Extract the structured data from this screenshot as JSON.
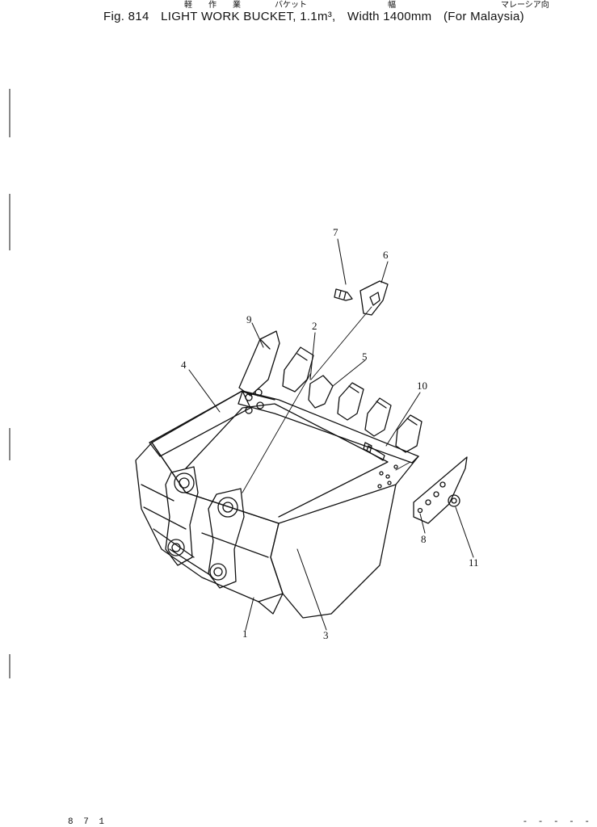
{
  "header": {
    "jp_1": "軽",
    "jp_2": "作",
    "jp_3": "業",
    "jp_4": "バケット",
    "jp_5": "幅",
    "jp_6": "マレーシア向",
    "fig_number": "Fig. 814",
    "title_main": "LIGHT WORK BUCKET, 1.1m³,",
    "title_width": "Width 1400mm",
    "title_market": "(For Malaysia)"
  },
  "callouts": [
    {
      "id": "c1",
      "label": "1"
    },
    {
      "id": "c2",
      "label": "2"
    },
    {
      "id": "c3",
      "label": "3"
    },
    {
      "id": "c4",
      "label": "4"
    },
    {
      "id": "c5",
      "label": "5"
    },
    {
      "id": "c6",
      "label": "6"
    },
    {
      "id": "c7",
      "label": "7"
    },
    {
      "id": "c8",
      "label": "8"
    },
    {
      "id": "c9",
      "label": "9"
    },
    {
      "id": "c10",
      "label": "10"
    },
    {
      "id": "c11",
      "label": "11"
    }
  ],
  "footer": {
    "left": "8 7 1",
    "right": "- - - - -"
  },
  "colors": {
    "ink": "#111111",
    "paper": "#ffffff"
  }
}
